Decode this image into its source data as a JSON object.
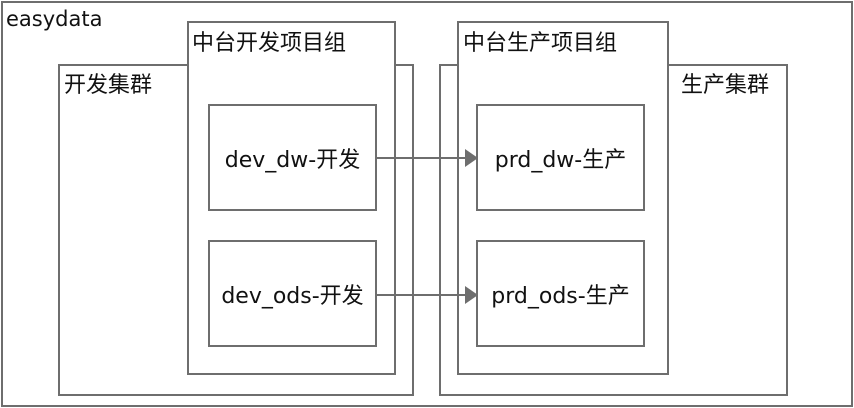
{
  "diagram": {
    "outer_label": "easydata",
    "dev_cluster_label": "开发集群",
    "prod_cluster_label": "生产集群",
    "dev_group_label": "中台开发项目组",
    "prod_group_label": "中台生产项目组",
    "nodes": {
      "dev_dw": "dev_dw-开发",
      "dev_ods": "dev_ods-开发",
      "prd_dw": "prd_dw-生产",
      "prd_ods": "prd_ods-生产"
    },
    "edges": [
      {
        "from": "dev_dw",
        "to": "prd_dw"
      },
      {
        "from": "dev_ods",
        "to": "prd_ods"
      }
    ],
    "colors": {
      "border": "#6e6e6e",
      "arrow": "#6e6e6e"
    }
  }
}
